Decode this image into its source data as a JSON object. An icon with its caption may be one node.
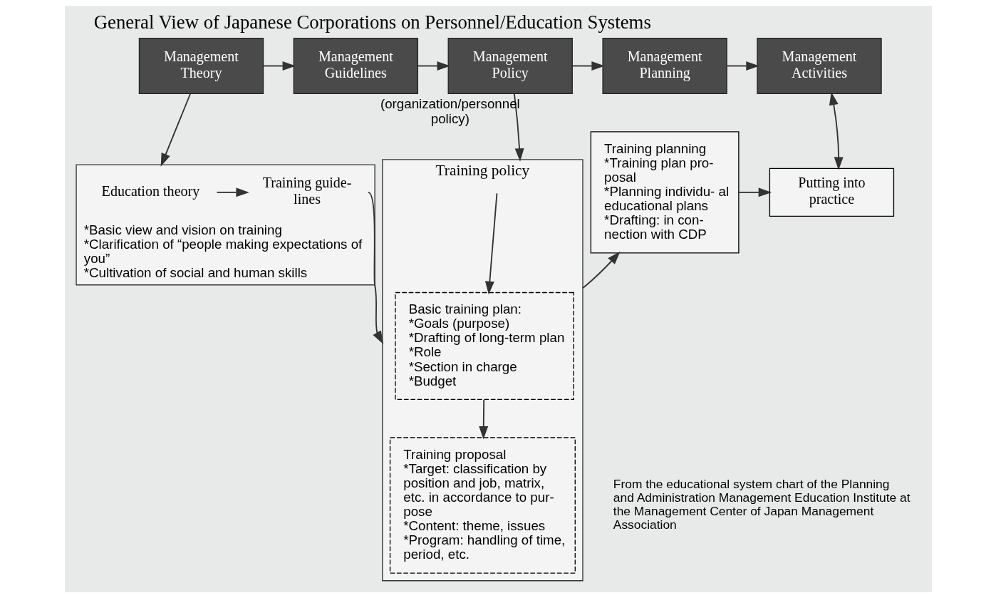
{
  "diagram": {
    "title": "General View of Japanese Corporations on Personnel/Education Systems",
    "caption": "From the educational system chart of the Planning and Administration Management Education Institute at the Management Center of Japan Management Association",
    "nodes": [
      {
        "text": [
          "Management Theory"
        ]
      },
      {
        "text": [
          "Management Guidelines"
        ]
      },
      {
        "text": [
          "Management Policy"
        ]
      },
      {
        "text": [
          "Management Planning"
        ]
      },
      {
        "text": [
          "Management Activities"
        ]
      },
      {
        "text": [
          "*Basic view and vision on training",
          "*Clarification of “people making expectations of you”",
          "*Cultivation of social and human skills"
        ]
      },
      {
        "text": [
          "Education theory"
        ],
        "in": 5
      },
      {
        "text": [
          "Training guide- lines"
        ],
        "in": 5
      },
      {
        "text": [
          "Training policy"
        ]
      },
      {
        "text": [
          "Basic training plan:",
          "*Goals (purpose)",
          "*Drafting of long-term plan",
          "*Role",
          "*Section in charge",
          "*Budget"
        ],
        "in": 8
      },
      {
        "text": [
          "Training proposal",
          "*Target: classification by position and job, matrix, etc. in accordance to pur- pose",
          "*Content: theme, issues",
          "*Program: handling of time, period, etc."
        ],
        "in": 8
      },
      {
        "text": [
          "Training planning",
          "*Training plan pro- posal",
          "*Planning individu- al educational plans",
          "*Drafting: in con- nection with CDP"
        ]
      },
      {
        "text": [
          "Putting into practice"
        ]
      }
    ],
    "edges": [
      {
        "from": 0,
        "to": 1,
        "arrow": "to"
      },
      {
        "from": 1,
        "to": 2,
        "arrow": "to"
      },
      {
        "from": 2,
        "to": 3,
        "arrow": "to"
      },
      {
        "from": 3,
        "to": 4,
        "arrow": "to"
      },
      {
        "from": 0,
        "to": 5,
        "arrow": "to"
      },
      {
        "from": 6,
        "to": 7,
        "arrow": "to"
      },
      {
        "from": 2,
        "to": 8,
        "arrow": "to",
        "label": "(organization/personnel policy)"
      },
      {
        "from": 7,
        "to": 8,
        "arrow": "to"
      },
      {
        "from": 8,
        "to": 9,
        "arrow": "to"
      },
      {
        "from": 9,
        "to": 10,
        "arrow": "to"
      },
      {
        "from": 8,
        "to": 11,
        "arrow": "to"
      },
      {
        "from": 11,
        "to": 12,
        "arrow": "to"
      },
      {
        "from": 12,
        "to": 4,
        "arrow": "both"
      }
    ]
  }
}
